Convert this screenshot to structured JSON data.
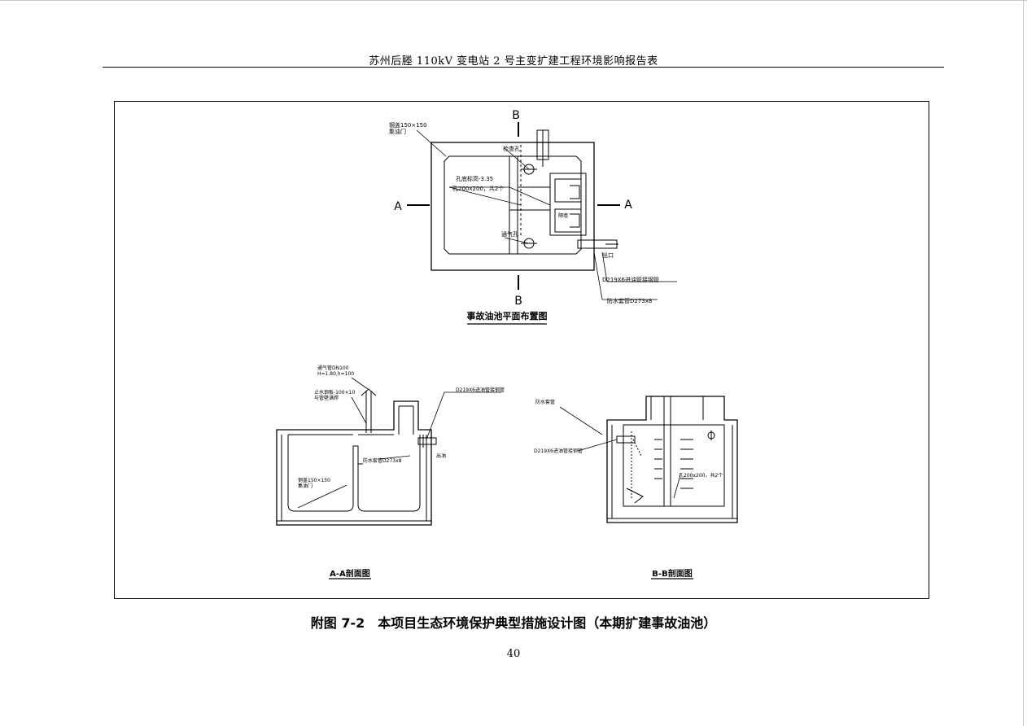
{
  "header": {
    "title": "苏州后塍 110kV 变电站 2 号主变扩建工程环境影响报告表"
  },
  "plan_view": {
    "title": "事故油池平面布置图",
    "section_marks": {
      "a_left": "A",
      "a_right": "A",
      "b_top": "B",
      "b_bottom": "B"
    },
    "labels": {
      "manhole": "钢盖150×150\n集油门",
      "inspection": "检查孔",
      "hole_elev": "孔底标高-3.35",
      "hole_size": "孔200x200，共2个",
      "overflow": "隔墙",
      "vent": "通气孔",
      "outlet": "出口",
      "pipe_in": "D219X6进油管接钢管",
      "pipe_out": "防水套管D273x8"
    }
  },
  "section_aa": {
    "title": "A-A剖面图",
    "labels": {
      "vent_pipe": "通气管DN100\nH=1.80,h=100",
      "steel_plate": "止水钢板-100×10\n与管壁满焊",
      "inlet": "D219X6进油管接钢管",
      "sleeve": "防水套管D273x8",
      "outlet": "出油",
      "cover": "钢盖150×150\n集油门"
    }
  },
  "section_bb": {
    "title": "B-B剖面图",
    "labels": {
      "sleeve": "防水套管",
      "pipe": "D219X6进油管接钢管",
      "hole": "孔200x200，共2个"
    }
  },
  "caption": "附图 7-2　本项目生态环境保护典型措施设计图（本期扩建事故油池）",
  "page_number": "40"
}
